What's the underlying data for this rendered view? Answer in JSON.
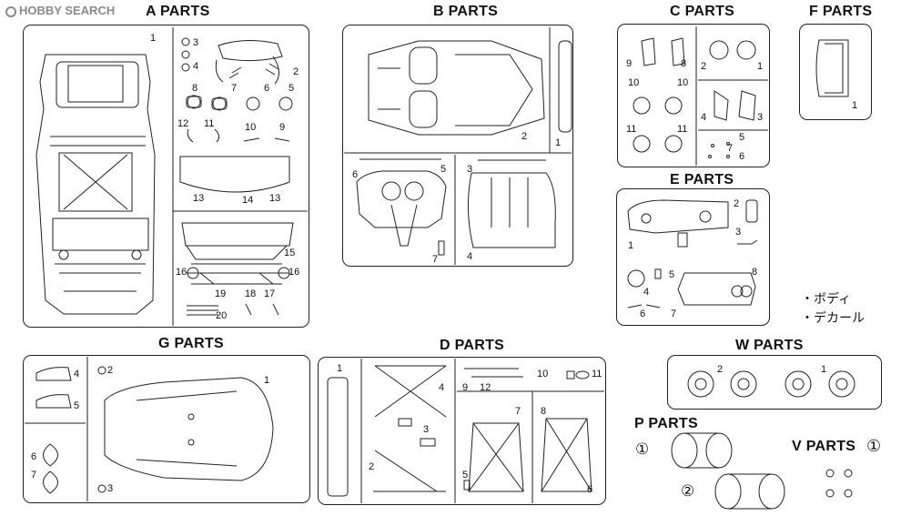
{
  "watermark": "HOBBY SEARCH",
  "sheets": {
    "a": {
      "title": "A PARTS",
      "nums": [
        "1",
        "3",
        "4",
        "2",
        "8",
        "7",
        "6",
        "5",
        "12",
        "11",
        "10",
        "9",
        "13",
        "14",
        "13",
        "15",
        "16",
        "16",
        "19",
        "18",
        "17",
        "20"
      ]
    },
    "b": {
      "title": "B PARTS",
      "nums": [
        "2",
        "1",
        "6",
        "5",
        "3",
        "7",
        "4"
      ]
    },
    "c": {
      "title": "C PARTS",
      "nums": [
        "9",
        "8",
        "2",
        "1",
        "10",
        "10",
        "4",
        "3",
        "11",
        "11",
        "5",
        "7",
        "6"
      ]
    },
    "f": {
      "title": "F PARTS",
      "nums": [
        "1"
      ]
    },
    "e": {
      "title": "E PARTS",
      "nums": [
        "2",
        "3",
        "1",
        "5",
        "4",
        "8",
        "6",
        "7"
      ]
    },
    "g": {
      "title": "G PARTS",
      "nums": [
        "4",
        "2",
        "1",
        "5",
        "6",
        "7",
        "3"
      ]
    },
    "d": {
      "title": "D PARTS",
      "nums": [
        "1",
        "4",
        "9",
        "12",
        "10",
        "11",
        "3",
        "7",
        "8",
        "2",
        "5",
        "6"
      ]
    },
    "w": {
      "title": "W PARTS",
      "nums": [
        "2",
        "1"
      ]
    },
    "p": {
      "title": "P PARTS",
      "nums": [
        "①",
        "②"
      ]
    },
    "v": {
      "title": "V PARTS",
      "circle": "①"
    }
  },
  "extras": [
    "・ボディ",
    "・デカール"
  ]
}
